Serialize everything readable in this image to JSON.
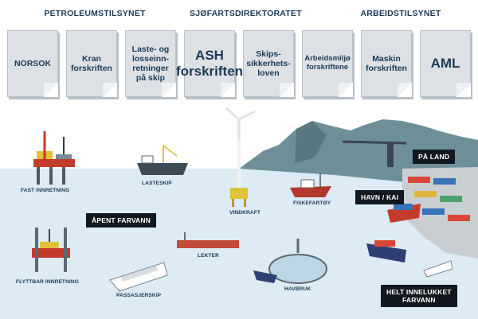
{
  "authorities": [
    "PETROLEUMSTILSYNET",
    "SJØFARTSDIREKTORATET",
    "ARBEIDSTILSYNET"
  ],
  "regulations": [
    "NORSOK",
    "Kran\nforskriften",
    "Laste- og\nlosseinn-\nretninger\npå skip",
    "ASH\nforskriften",
    "Skips-\nsikkerhets-\nloven",
    "Arbeidsmiljø\nforskriftene",
    "Maskin\nforskriften",
    "AML"
  ],
  "zones": {
    "open_water": "ÅPENT FARVANN",
    "on_land": "PÅ LAND",
    "harbor": "HAVN / KAI",
    "enclosed_water": "HELT INNELUKKET\nFARVANN"
  },
  "labels": {
    "fixed_installation": "FAST INNRETNING",
    "cargo_ship": "LASTESKIP",
    "wind_power": "VINDKRAFT",
    "fishing_vessel": "FISKEFARTØY",
    "mobile_rig": "FLYTTBAR INNRETNING",
    "barge": "LEKTER",
    "passenger_ship": "PASSASJERSKIP",
    "fish_farm": "HAVBRUK"
  },
  "colors": {
    "sea": "#dcebf4",
    "mountain": "#6e8f98",
    "navy": "#1b3a57",
    "card": "#dde1e6"
  }
}
